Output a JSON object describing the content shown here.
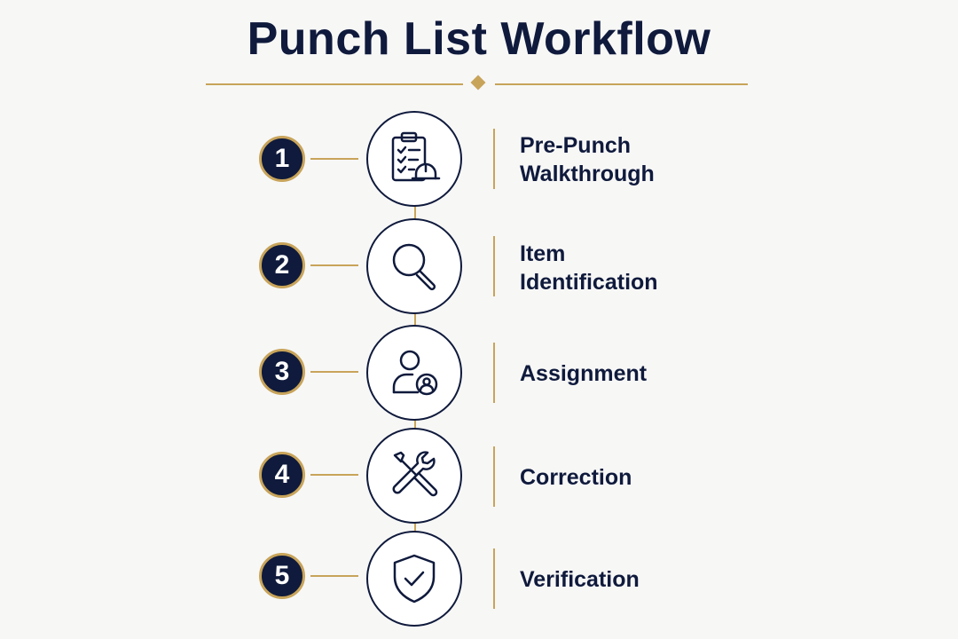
{
  "title": "Punch List Workflow",
  "colors": {
    "navy": "#0f1a3c",
    "gold": "#c8a45a",
    "background": "#f7f7f6"
  },
  "steps": [
    {
      "number": "1",
      "label_lines": [
        "Pre-Punch",
        "Walkthrough"
      ],
      "icon": "clipboard-hardhat-icon"
    },
    {
      "number": "2",
      "label_lines": [
        "Item",
        "Identification"
      ],
      "icon": "magnifying-glass-icon"
    },
    {
      "number": "3",
      "label_lines": [
        "Assignment"
      ],
      "icon": "user-assignment-icon"
    },
    {
      "number": "4",
      "label_lines": [
        "Correction"
      ],
      "icon": "wrench-screwdriver-icon"
    },
    {
      "number": "5",
      "label_lines": [
        "Verification"
      ],
      "icon": "shield-check-icon"
    }
  ]
}
